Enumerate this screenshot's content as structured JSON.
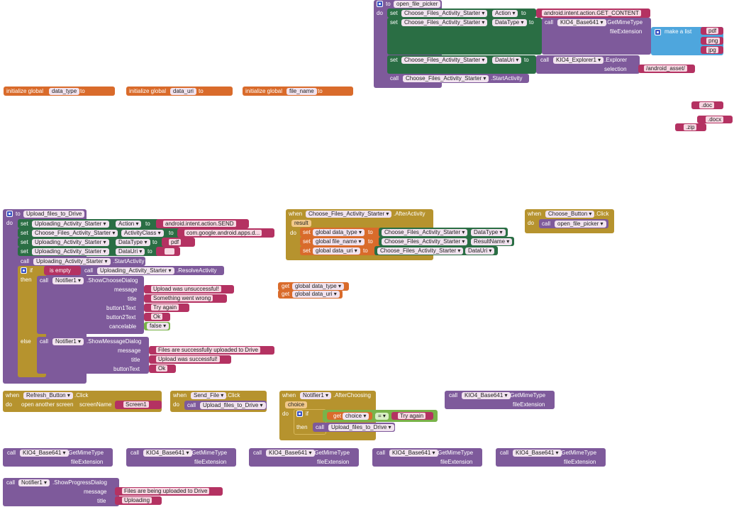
{
  "global_vars": [
    {
      "init": "initialize global",
      "name": "data_type",
      "to": "to"
    },
    {
      "init": "initialize global",
      "name": "data_uri",
      "to": "to"
    },
    {
      "init": "initialize global",
      "name": "file_name",
      "to": "to"
    }
  ],
  "open_file_picker": {
    "to": "to",
    "name": "open_file_picker",
    "do": "do",
    "row1": {
      "set": "set",
      "comp": "Choose_Files_Activity_Starter",
      "prop": "Action",
      "to": "to",
      "value": "android.intent.action.GET_CONTENT"
    },
    "row2": {
      "set": "set",
      "comp": "Choose_Files_Activity_Starter",
      "prop": "DataType",
      "to": "to",
      "call": "call",
      "comp2": "KIO4_Base641",
      "method": ".GetMimeType",
      "param": "fileExtension",
      "make_list": "make a list",
      "items": [
        "pdf",
        "png",
        "jpg"
      ]
    },
    "row3": {
      "set": "set",
      "comp": "Choose_Files_Activity_Starter",
      "prop": "DataUri",
      "to": "to",
      "call": "call",
      "comp2": "KIO4_Explorer1",
      "method": ".Explorer",
      "param": "selection",
      "value": "/android_asset/"
    },
    "row4": {
      "call": "call",
      "comp": "Choose_Files_Activity_Starter",
      "method": ".StartActivity"
    }
  },
  "loose_strings": [
    ".doc",
    ".docx",
    ".zip"
  ],
  "upload_proc": {
    "to": "to",
    "name": "Upload_files_to_Drive",
    "do": "do",
    "rows": [
      {
        "set": "set",
        "comp": "Uploading_Activity_Starter",
        "prop": "Action",
        "to": "to",
        "value": "android.intent.action.SEND"
      },
      {
        "set": "set",
        "comp": "Choose_Files_Activity_Starter",
        "prop": "ActivityClass",
        "to": "to",
        "value": "com.google.android.apps.d..."
      },
      {
        "set": "set",
        "comp": "Uploading_Activity_Starter",
        "prop": "DataType",
        "to": "to",
        "value": "pdf"
      },
      {
        "set": "set",
        "comp": "Uploading_Activity_Starter",
        "prop": "DataUri",
        "to": "to",
        "value": ""
      }
    ],
    "start": {
      "call": "call",
      "comp": "Uploading_Activity_Starter",
      "method": ".StartActivity"
    },
    "if": "if",
    "is_empty": "is empty",
    "call": "call",
    "resolve_comp": "Uploading_Activity_Starter",
    "resolve": ".ResolveActivity",
    "then": "then",
    "choose": {
      "call": "call",
      "comp": "Notifier1",
      "method": ".ShowChooseDialog",
      "params": [
        "message",
        "title",
        "button1Text",
        "button2Text",
        "cancelable"
      ],
      "values": [
        "Upload was unsuccessful!",
        "Something went wrong",
        "Try again",
        "Ok",
        "false"
      ]
    },
    "else": "else",
    "msg": {
      "call": "call",
      "comp": "Notifier1",
      "method": ".ShowMessageDialog",
      "params": [
        "message",
        "title",
        "buttonText"
      ],
      "values": [
        "Files are successfully uploaded to Drive",
        "Upload was successful!",
        "Ok"
      ]
    }
  },
  "after_activity": {
    "when": "when",
    "comp": "Choose_Files_Activity_Starter",
    "event": ".AfterActivity",
    "result": "result",
    "do": "do",
    "rows": [
      {
        "set": "set",
        "var": "global data_type",
        "to": "to",
        "comp": "Choose_Files_Activity_Starter",
        "prop": "DataType"
      },
      {
        "set": "set",
        "var": "global file_name",
        "to": "to",
        "comp": "Choose_Files_Activity_Starter",
        "prop": "ResultName"
      },
      {
        "set": "set",
        "var": "global data_uri",
        "to": "to",
        "comp": "Choose_Files_Activity_Starter",
        "prop": "DataUri"
      }
    ]
  },
  "loose_gets": [
    {
      "get": "get",
      "var": "global data_type"
    },
    {
      "get": "get",
      "var": "global data_uri"
    }
  ],
  "choose_click": {
    "when": "when",
    "comp": "Choose_Button",
    "event": ".Click",
    "do": "do",
    "call": "call",
    "proc": "open_file_picker"
  },
  "refresh_click": {
    "when": "when",
    "comp": "Refresh_Button",
    "event": ".Click",
    "do": "do",
    "action": "open another screen",
    "param": "screenName",
    "value": "Screen1"
  },
  "send_click": {
    "when": "when",
    "comp": "Send_File",
    "event": ".Click",
    "do": "do",
    "call": "call",
    "proc": "Upload_files_to_Drive"
  },
  "after_choosing": {
    "when": "when",
    "comp": "Notifier1",
    "event": ".AfterChoosing",
    "choice": "choice",
    "do": "do",
    "if": "if",
    "get": "get",
    "var": "choice",
    "op": "=",
    "value": "Try again",
    "then": "then",
    "call": "call",
    "proc": "Upload_files_to_Drive"
  },
  "mime_calls": {
    "call": "call",
    "comp": "KIO4_Base641",
    "method": ".GetMimeType",
    "param": "fileExtension"
  },
  "progress": {
    "call": "call",
    "comp": "Notifier1",
    "method": ".ShowProgressDialog",
    "params": [
      "message",
      "title"
    ],
    "values": [
      "Files are being uploaded to Drive",
      "Uploading"
    ]
  }
}
